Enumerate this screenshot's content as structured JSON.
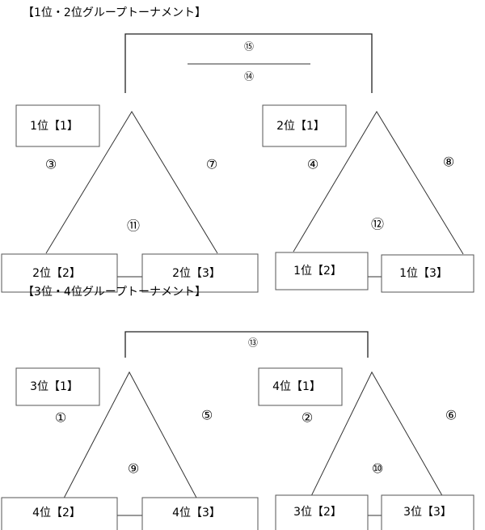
{
  "upper": {
    "title": "【1位・2位グループトーナメント】",
    "final_top": "⑮",
    "final_bottom": "⑭",
    "left": {
      "top": "1位【1】",
      "bl": "2位【2】",
      "br": "2位【3】",
      "m_left": "③",
      "m_right": "⑦",
      "m_center": "⑪"
    },
    "right": {
      "top": "2位【1】",
      "bl": "1位【2】",
      "br": "1位【3】",
      "m_left": "④",
      "m_right": "⑧",
      "m_center": "⑫"
    }
  },
  "lower": {
    "title": "【3位・4位グループトーナメント】",
    "final": "⑬",
    "left": {
      "top": "3位【1】",
      "bl": "4位【2】",
      "br": "4位【3】",
      "m_left": "①",
      "m_right": "⑤",
      "m_center": "⑨"
    },
    "right": {
      "top": "4位【1】",
      "bl": "3位【2】",
      "br": "3位【3】",
      "m_left": "②",
      "m_right": "⑥",
      "m_center": "⑩"
    }
  }
}
